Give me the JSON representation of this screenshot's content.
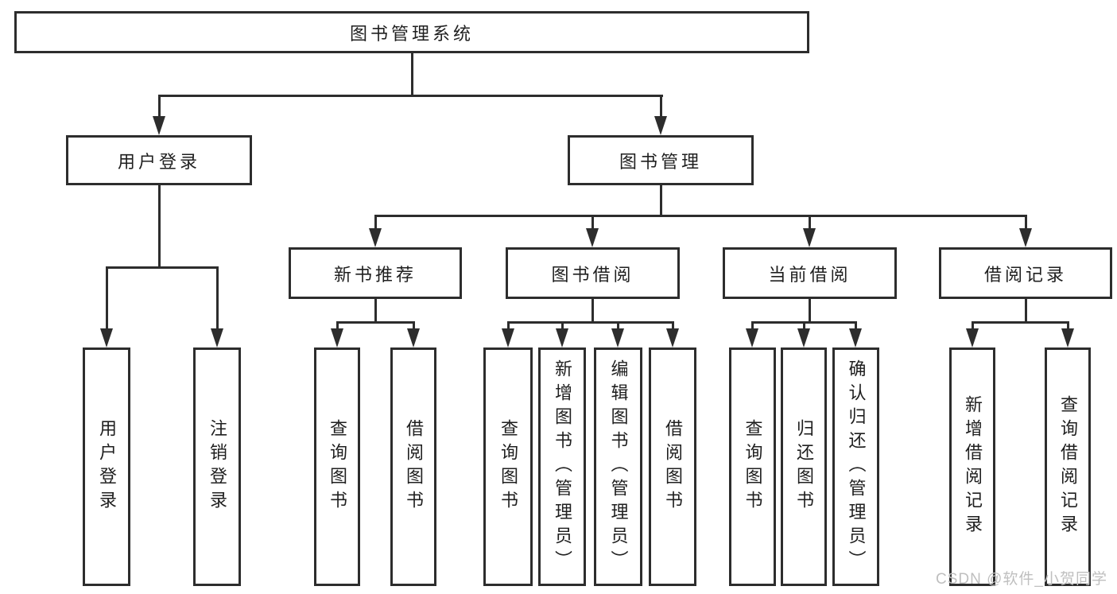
{
  "nodes": {
    "root": "图书管理系统",
    "user_login": "用户登录",
    "book_management": "图书管理",
    "new_book_recommend": "新书推荐",
    "book_borrowing": "图书借阅",
    "current_borrowing": "当前借阅",
    "borrowing_records": "借阅记录",
    "leaf_user_login": "用户登录",
    "leaf_logout": "注销登录",
    "leaf_nb_query_books": "查询图书",
    "leaf_nb_borrow_books": "借阅图书",
    "leaf_bb_query_books": "查询图书",
    "leaf_bb_add_books": "新增图书（管理员）",
    "leaf_bb_edit_books": "编辑图书（管理员）",
    "leaf_bb_borrow_books": "借阅图书",
    "leaf_cb_query_books": "查询图书",
    "leaf_cb_return_books": "归还图书",
    "leaf_cb_confirm_return": "确认归还（管理员）",
    "leaf_br_add_record": "新增借阅记录",
    "leaf_br_query_record": "查询借阅记录"
  },
  "watermark": "CSDN @软件_小贺同学",
  "colors": {
    "line": "#2d2d2d",
    "text": "#1f1f1f",
    "watermark": "#bfbfbf",
    "background": "#ffffff"
  }
}
